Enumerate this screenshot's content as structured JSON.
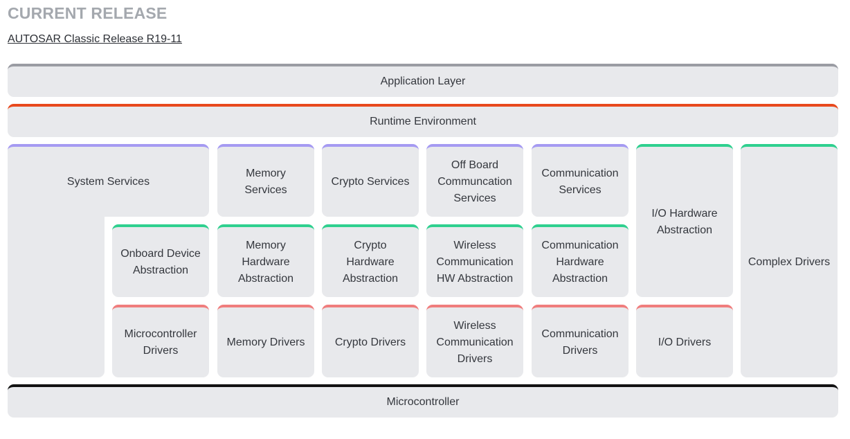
{
  "header": {
    "title": "CURRENT RELEASE",
    "release_link": "AUTOSAR Classic Release R19-11"
  },
  "layers": {
    "application": "Application Layer",
    "runtime": "Runtime Environment",
    "microcontroller": "Microcontroller"
  },
  "services": {
    "system": "System Services",
    "memory": "Memory\nServices",
    "crypto": "Crypto Services",
    "offboard": "Off Board\nCommuncation\nServices",
    "communication": "Communication\nServices"
  },
  "abstraction": {
    "onboard": "Onboard Device\nAbstraction",
    "memory_hw": "Memory\nHardware\nAbstraction",
    "crypto_hw": "Crypto\nHardware\nAbstraction",
    "wireless_hw": "Wireless\nCommunication\nHW Abstraction",
    "comm_hw": "Communication\nHardware\nAbstraction",
    "io_hw": "I/O Hardware\nAbstraction"
  },
  "drivers": {
    "microcontroller": "Microcontroller\nDrivers",
    "memory": "Memory Drivers",
    "crypto": "Crypto Drivers",
    "wireless": "Wireless\nCommunication\nDrivers",
    "communication": "Communication\nDrivers",
    "io": "I/O Drivers"
  },
  "complex": "Complex Drivers",
  "colors": {
    "block_fill": "#e8e9ec",
    "application_accent": "#9a9ca3",
    "runtime_accent": "#e8491d",
    "services_accent": "#a59af2",
    "abstraction_accent": "#2fd08f",
    "drivers_accent": "#f07d7d",
    "microcontroller_accent": "#121212"
  }
}
